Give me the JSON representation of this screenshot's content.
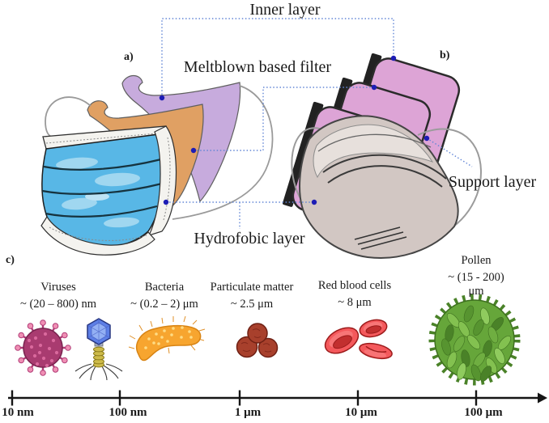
{
  "panels": {
    "a": "a)",
    "b": "b)",
    "c": "c)"
  },
  "callouts": {
    "inner_layer": "Inner layer",
    "meltblown_filter": "Meltblown based filter",
    "hydrofobic_layer": "Hydrofobic layer",
    "support_layer": "Support layer"
  },
  "organisms": [
    {
      "name": "Viruses",
      "size": "~ (20 – 800) nm",
      "icon": "coronavirus-and-bacteriophage-icon"
    },
    {
      "name": "Bacteria",
      "size": "~ (0.2 – 2) μm",
      "icon": "bacteria-icon"
    },
    {
      "name": "Particulate matter",
      "size": "~ 2.5 μm",
      "icon": "particulate-matter-icon"
    },
    {
      "name": "Red blood cells",
      "size": "~ 8 μm",
      "icon": "red-blood-cells-icon"
    },
    {
      "name": "Pollen",
      "size": "~ (15 - 200) μm",
      "icon": "pollen-icon"
    }
  ],
  "scale": {
    "ticks": [
      {
        "label": "10 nm"
      },
      {
        "label": "100 nm"
      },
      {
        "label": "1 μm"
      },
      {
        "label": "10 μm"
      },
      {
        "label": "100 μm"
      }
    ]
  },
  "colors": {
    "inner_layer": "#c7abdd",
    "meltblown_layer": "#e0a063",
    "hydrofobic_layer": "#58b7e6",
    "support_layer": "#dda4d6",
    "mask_b_body": "#d2c7c3",
    "callout_line": "#6286d6",
    "callout_dot": "#1d1db5",
    "virus": "#a93b70",
    "bacteriophage": "#5d7fe6",
    "bacteria": "#f7a52f",
    "particulate": "#a8402c",
    "red_blood_cell": "#f4595c",
    "pollen": "#66a63a"
  }
}
